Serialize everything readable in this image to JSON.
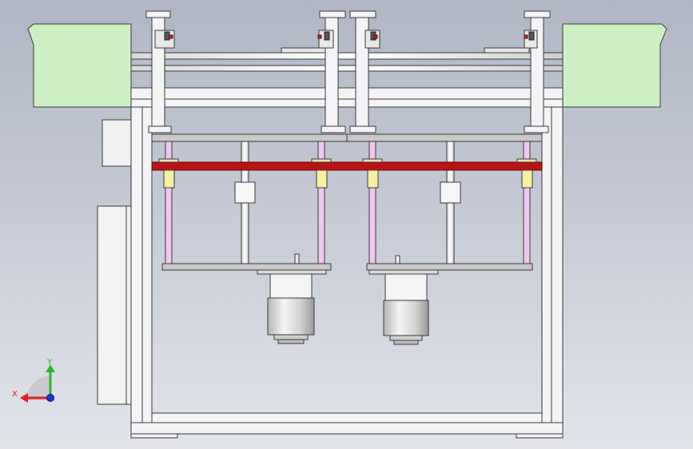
{
  "view": {
    "type": "cad-front-view",
    "background": [
      "#b0b6c4",
      "#e2e4ea"
    ]
  },
  "colors": {
    "frame_fill": "#f4f4f6",
    "frame_stroke": "#3a3a3a",
    "conveyor_green": "#ccf0c4",
    "red_bar": "#b81414",
    "rod_pink": "#f2c6f0",
    "bushing_yellow": "#f6f0a0",
    "plate_gray": "#c8c8c8",
    "motor_light": "#efefef",
    "motor_dark": "#a9a9a9"
  },
  "triad": {
    "x_label": "X",
    "y_label": "Y",
    "x_color": "#e02020",
    "y_color": "#2fb52f",
    "z_color": "#2030e0"
  }
}
